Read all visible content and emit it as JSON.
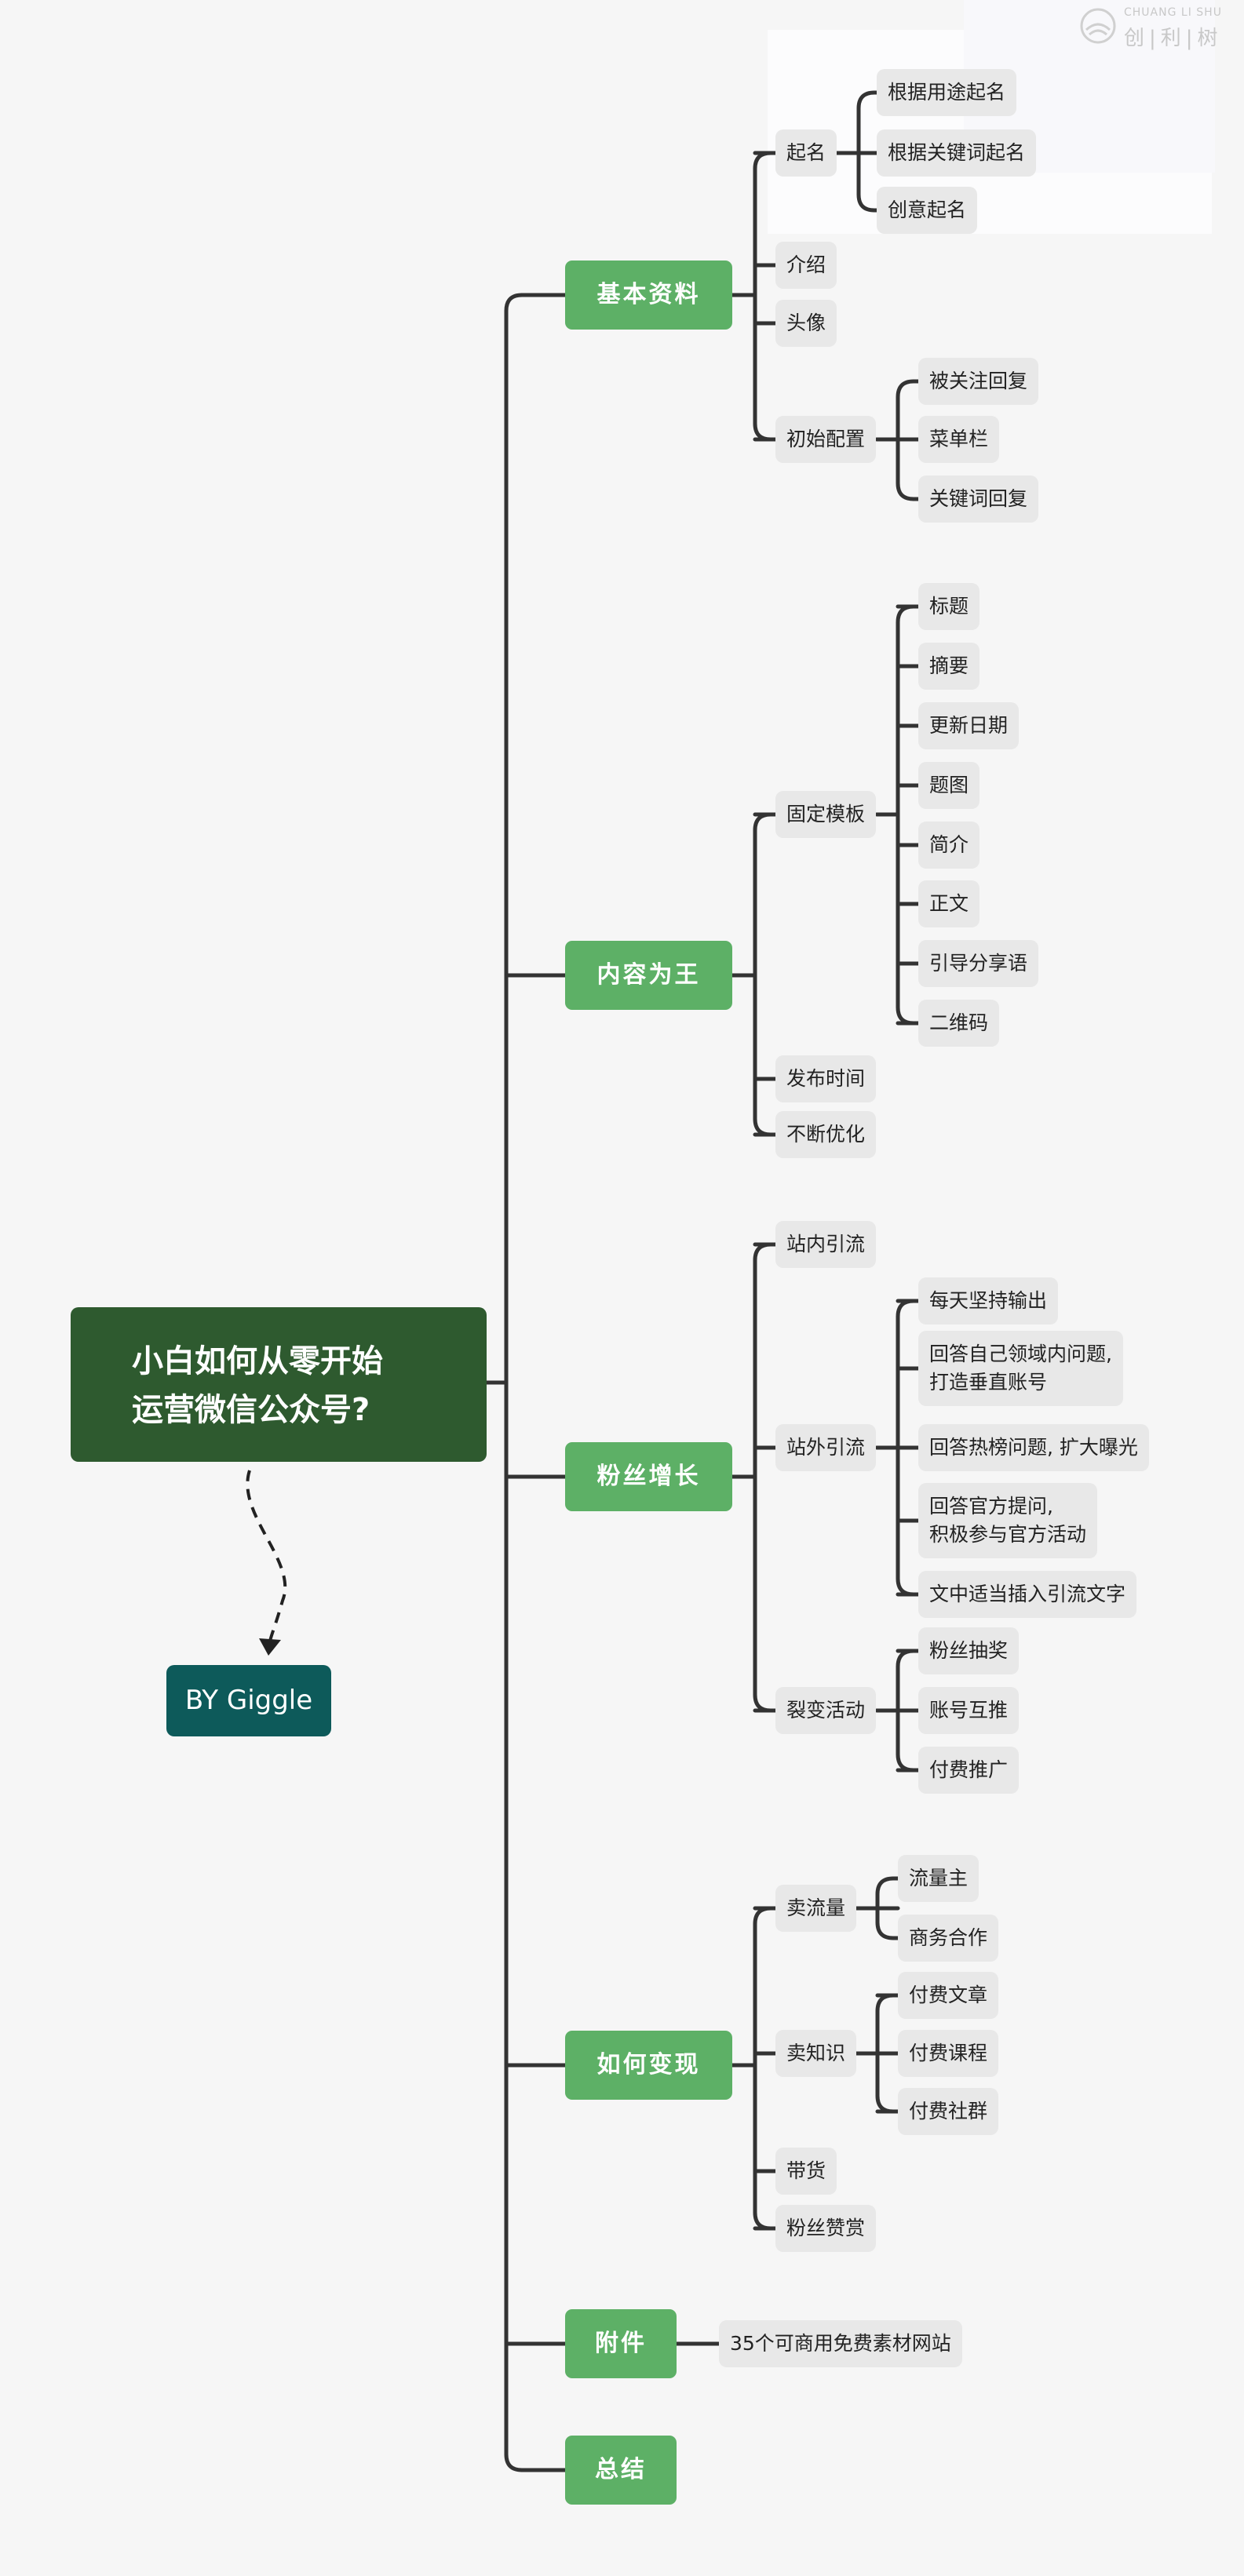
{
  "root": {
    "line1": "小白如何从零开始",
    "line2": "运营微信公众号?"
  },
  "author": "BY Giggle",
  "watermark": {
    "small": "CHUANG LI SHU",
    "big": "创|利|树"
  },
  "main": {
    "basic": "基本资料",
    "content": "内容为王",
    "fans": "粉丝增长",
    "monetize": "如何变现",
    "attach": "附件",
    "summary": "总结"
  },
  "basic": {
    "naming": "起名",
    "naming_items": [
      "根据用途起名",
      "根据关键词起名",
      "创意起名"
    ],
    "intro": "介绍",
    "avatar": "头像",
    "config": "初始配置",
    "config_items": [
      "被关注回复",
      "菜单栏",
      "关键词回复"
    ]
  },
  "content": {
    "template": "固定模板",
    "template_items": [
      "标题",
      "摘要",
      "更新日期",
      "题图",
      "简介",
      "正文",
      "引导分享语",
      "二维码"
    ],
    "publish_time": "发布时间",
    "optimize": "不断优化"
  },
  "fans": {
    "inside": "站内引流",
    "outside": "站外引流",
    "outside_items": [
      {
        "l1": "每天坚持输出"
      },
      {
        "l1": "回答自己领域内问题,",
        "l2": "打造垂直账号"
      },
      {
        "l1": "回答热榜问题, 扩大曝光"
      },
      {
        "l1": "回答官方提问,",
        "l2": "积极参与官方活动"
      },
      {
        "l1": "文中适当插入引流文字"
      }
    ],
    "fission": "裂变活动",
    "fission_items": [
      "粉丝抽奖",
      "账号互推",
      "付费推广"
    ]
  },
  "monetize": {
    "traffic": "卖流量",
    "traffic_items": [
      "流量主",
      "商务合作"
    ],
    "knowledge": "卖知识",
    "knowledge_items": [
      "付费文章",
      "付费课程",
      "付费社群"
    ],
    "goods": "带货",
    "tips": "粉丝赞赏"
  },
  "attach": {
    "item": "35个可商用免费素材网站"
  },
  "colors": {
    "root": "#2e5a2f",
    "main": "#5db066",
    "author": "#0d5a5a",
    "sub": "#e8e8e8",
    "line": "#333333"
  }
}
